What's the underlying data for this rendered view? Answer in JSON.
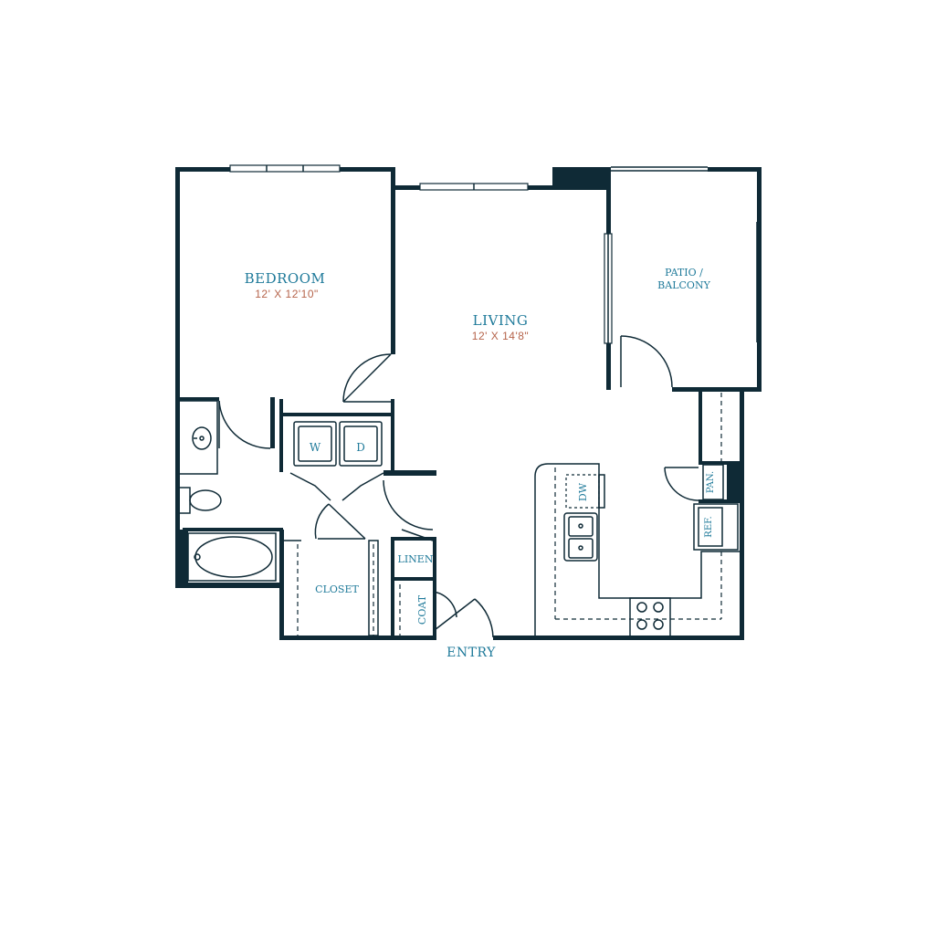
{
  "rooms": {
    "bedroom": {
      "name": "BEDROOM",
      "dims": "12' X 12'10\""
    },
    "living": {
      "name": "LIVING",
      "dims": "12' X 14'8\""
    },
    "patio": {
      "line1": "PATIO /",
      "line2": "BALCONY"
    },
    "closet": {
      "name": "CLOSET"
    },
    "linen": {
      "name": "LINEN"
    },
    "coat": {
      "name": "COAT"
    },
    "entry": {
      "name": "ENTRY"
    }
  },
  "fixtures": {
    "washer": "W",
    "dryer": "D",
    "dishwasher": "DW",
    "pantry": "PAN.",
    "refrigerator": "REF."
  },
  "colors": {
    "wall": "#0f2a36",
    "room_label": "#1f7a9a",
    "dimension": "#b5634a"
  }
}
